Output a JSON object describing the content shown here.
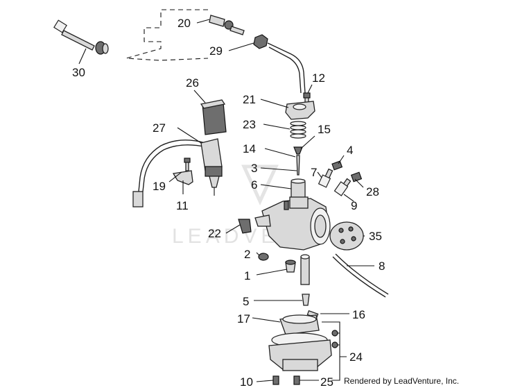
{
  "watermark": "LEADVE",
  "credit": "Rendered by LeadVenture, Inc.",
  "callouts": [
    "20",
    "29",
    "30",
    "12",
    "21",
    "26",
    "23",
    "27",
    "15",
    "14",
    "4",
    "3",
    "7",
    "28",
    "6",
    "19",
    "9",
    "11",
    "22",
    "35",
    "2",
    "8",
    "1",
    "5",
    "16",
    "17",
    "24",
    "10",
    "25"
  ]
}
